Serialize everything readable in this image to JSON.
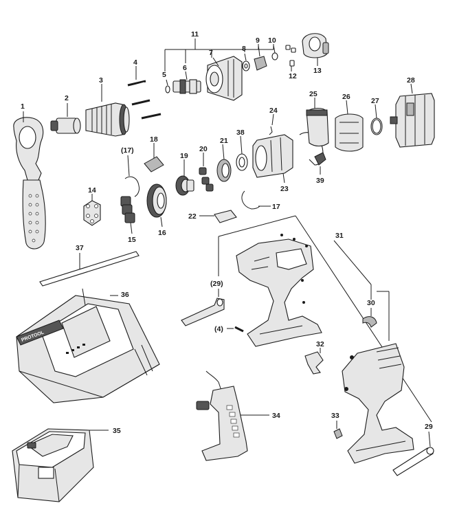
{
  "labels": {
    "p1": "1",
    "p2": "2",
    "p3": "3",
    "p4": "4",
    "p5": "5",
    "p6": "6",
    "p7": "7",
    "p8": "8",
    "p9": "9",
    "p10": "10",
    "p11": "11",
    "p12": "12",
    "p13": "13",
    "p14": "14",
    "p15": "15",
    "p16": "16",
    "p17": "17",
    "p17b": "(17)",
    "p18": "18",
    "p19": "19",
    "p20": "20",
    "p21": "21",
    "p22": "22",
    "p23": "23",
    "p24": "24",
    "p25": "25",
    "p26": "26",
    "p27": "27",
    "p28": "28",
    "p29": "29",
    "p29b": "(29)",
    "p30": "30",
    "p31": "31",
    "p32": "32",
    "p33": "33",
    "p34": "34",
    "p35": "35",
    "p36": "36",
    "p37": "37",
    "p38": "38",
    "p39": "39",
    "p4b": "(4)"
  },
  "charger_logo": "PROTOOL"
}
